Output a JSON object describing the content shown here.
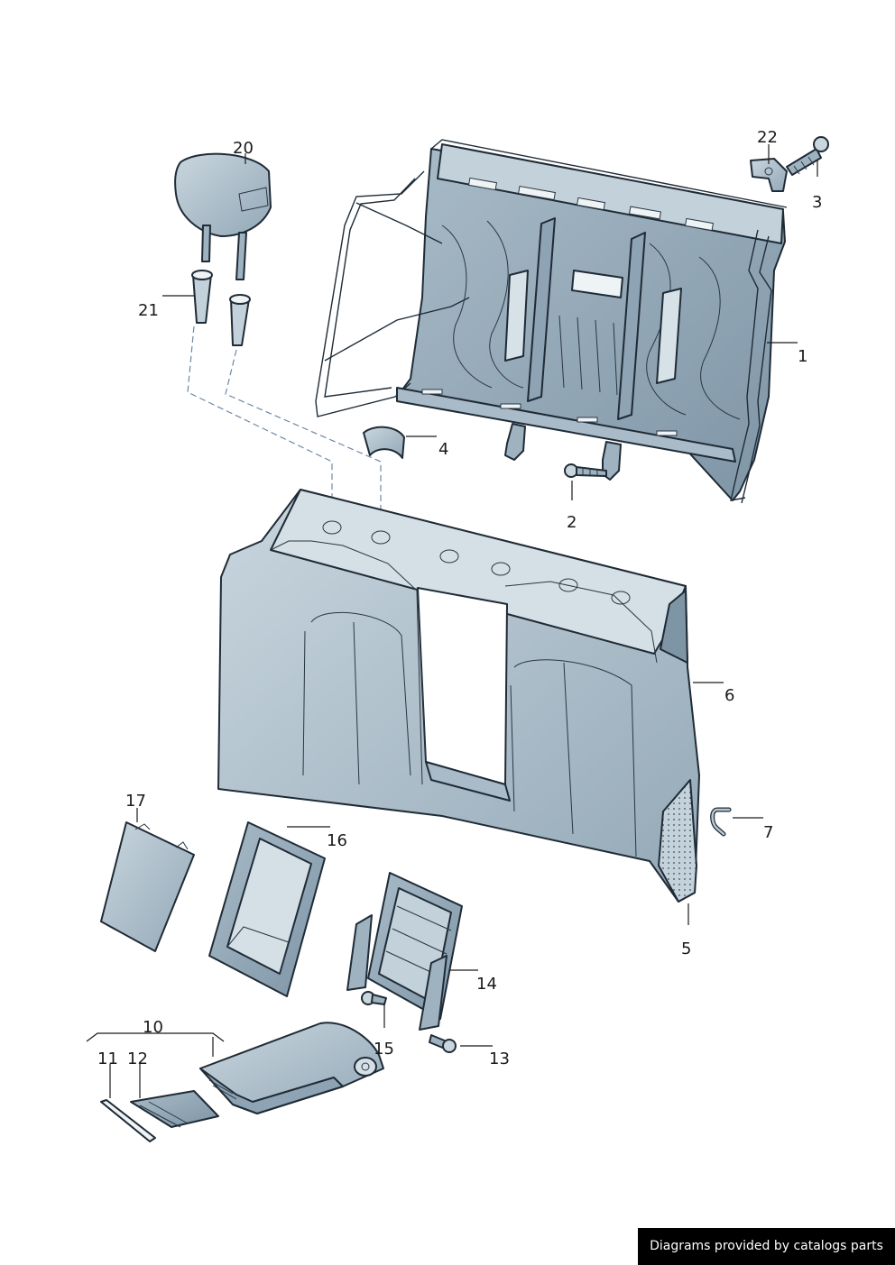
{
  "callouts": {
    "c1": "1",
    "c2": "2",
    "c3": "3",
    "c4": "4",
    "c5": "5",
    "c6": "6",
    "c7": "7",
    "c10": "10",
    "c11": "11",
    "c12": "12",
    "c13": "13",
    "c14": "14",
    "c15": "15",
    "c16": "16",
    "c17": "17",
    "c20": "20",
    "c21": "21",
    "c22": "22"
  },
  "footer": {
    "credit": "Diagrams provided by catalogs parts"
  },
  "colors": {
    "part_fill": "#b7c7d2",
    "part_shadow": "#8ea3b3",
    "outline": "#1f2b36",
    "guide": "#6f88a3"
  }
}
